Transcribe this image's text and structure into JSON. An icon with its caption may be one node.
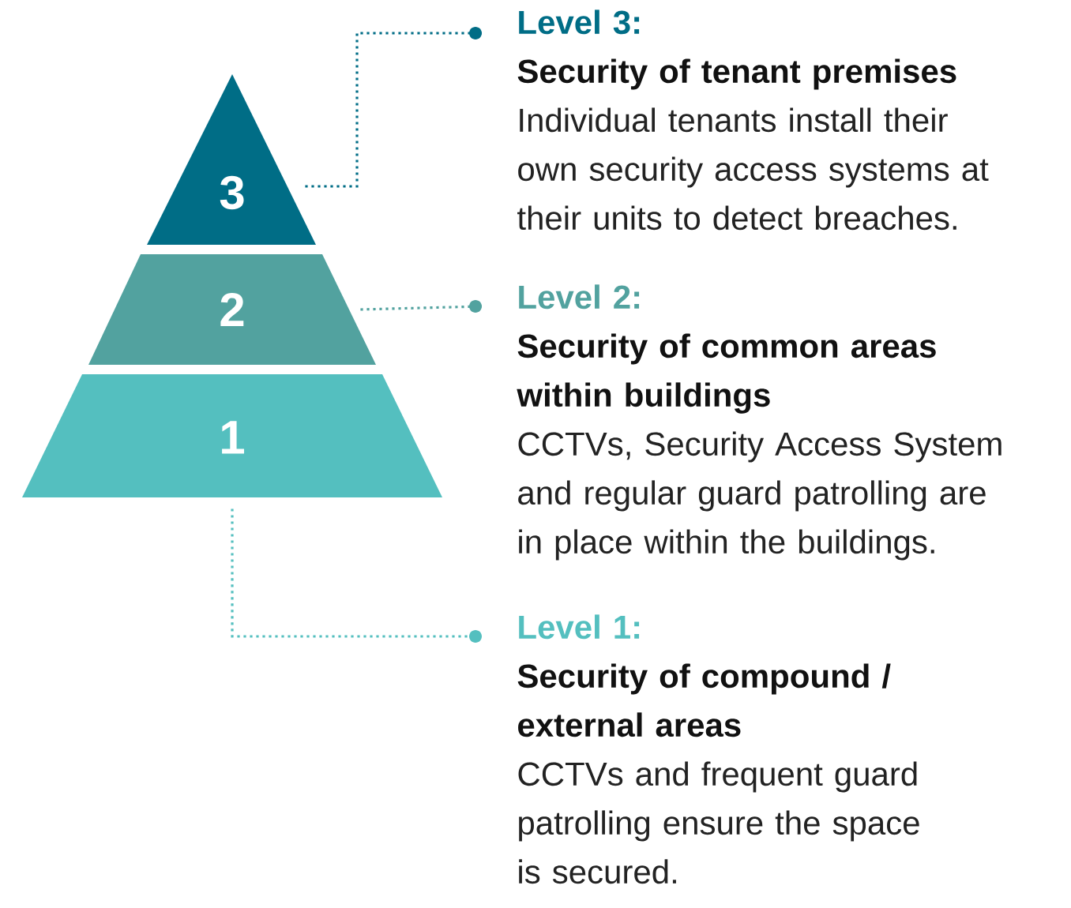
{
  "diagram": {
    "nodes": [
      {
        "text": [
          "3"
        ]
      },
      {
        "text": [
          "2"
        ]
      },
      {
        "text": [
          "1"
        ]
      },
      {
        "text": [
          "Level 3:",
          "Security of tenant premises",
          "Individual tenants install their own security access systems at their units to detect breaches."
        ]
      },
      {
        "text": [
          "Level 2:",
          "Security of common areas within buildings",
          "CCTVs, Security Access System and regular guard patrolling are in place within the buildings."
        ]
      },
      {
        "text": [
          "Level 1:",
          "Security of compound / external areas",
          "CCTVs and frequent guard patrolling ensure the space is secured."
        ]
      }
    ],
    "edges": [
      {
        "from": 0,
        "to": 3,
        "arrow": "other",
        "color": "#006d86"
      },
      {
        "from": 1,
        "to": 4,
        "arrow": "other",
        "color": "#52a29f"
      },
      {
        "from": 2,
        "to": 5,
        "arrow": "other",
        "color": "#54bfbf"
      }
    ]
  }
}
